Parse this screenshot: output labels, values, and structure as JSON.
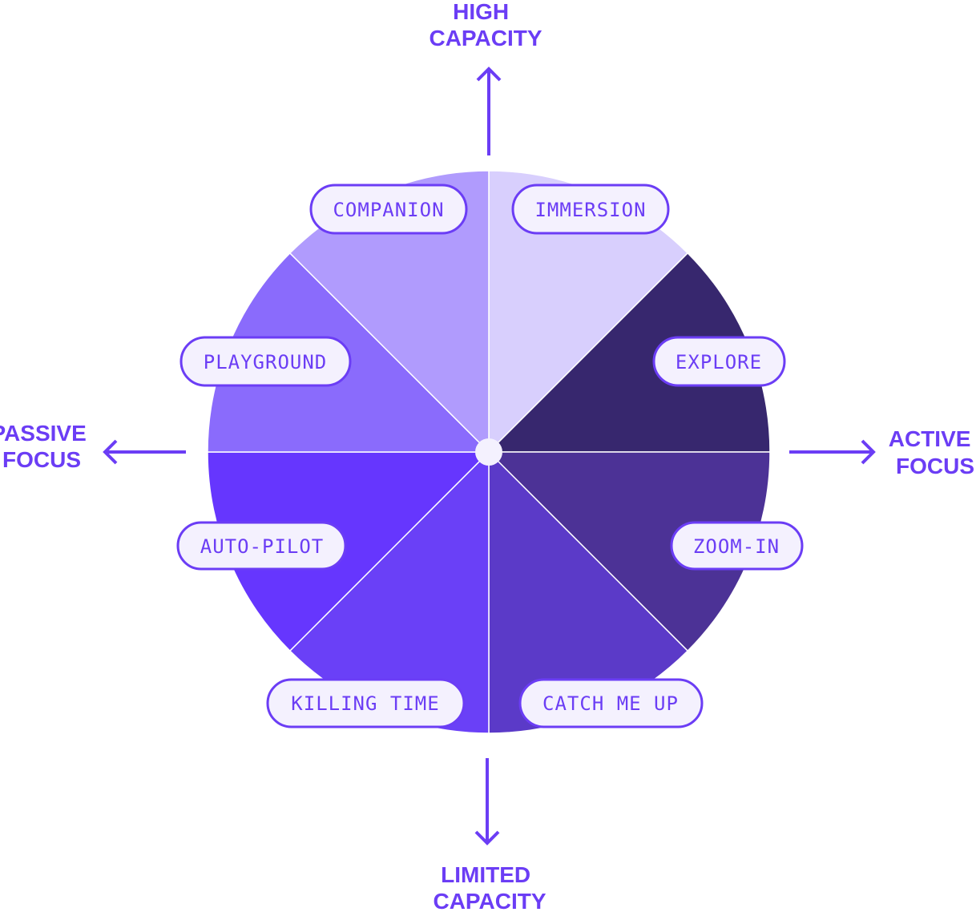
{
  "axes": {
    "top": [
      "HIGH",
      "CAPACITY"
    ],
    "bottom": [
      "LIMITED",
      "CAPACITY"
    ],
    "left": [
      "PASSIVE",
      "FOCUS"
    ],
    "right": [
      "ACTIVE",
      "FOCUS"
    ]
  },
  "segments": [
    {
      "label": "IMMERSION",
      "color": "#d8cffd"
    },
    {
      "label": "EXPLORE",
      "color": "#37276e"
    },
    {
      "label": "ZOOM-IN",
      "color": "#4c3296"
    },
    {
      "label": "CATCH ME UP",
      "color": "#5b3ac8"
    },
    {
      "label": "KILLING TIME",
      "color": "#6a40f7"
    },
    {
      "label": "AUTO-PILOT",
      "color": "#6636fe"
    },
    {
      "label": "PLAYGROUND",
      "color": "#8a6bfc"
    },
    {
      "label": "COMPANION",
      "color": "#b09bfd"
    }
  ],
  "colors": {
    "accent": "#6b3df5",
    "pill_fill": "#f4f1fe",
    "center_dot": "#f4f1fe"
  }
}
